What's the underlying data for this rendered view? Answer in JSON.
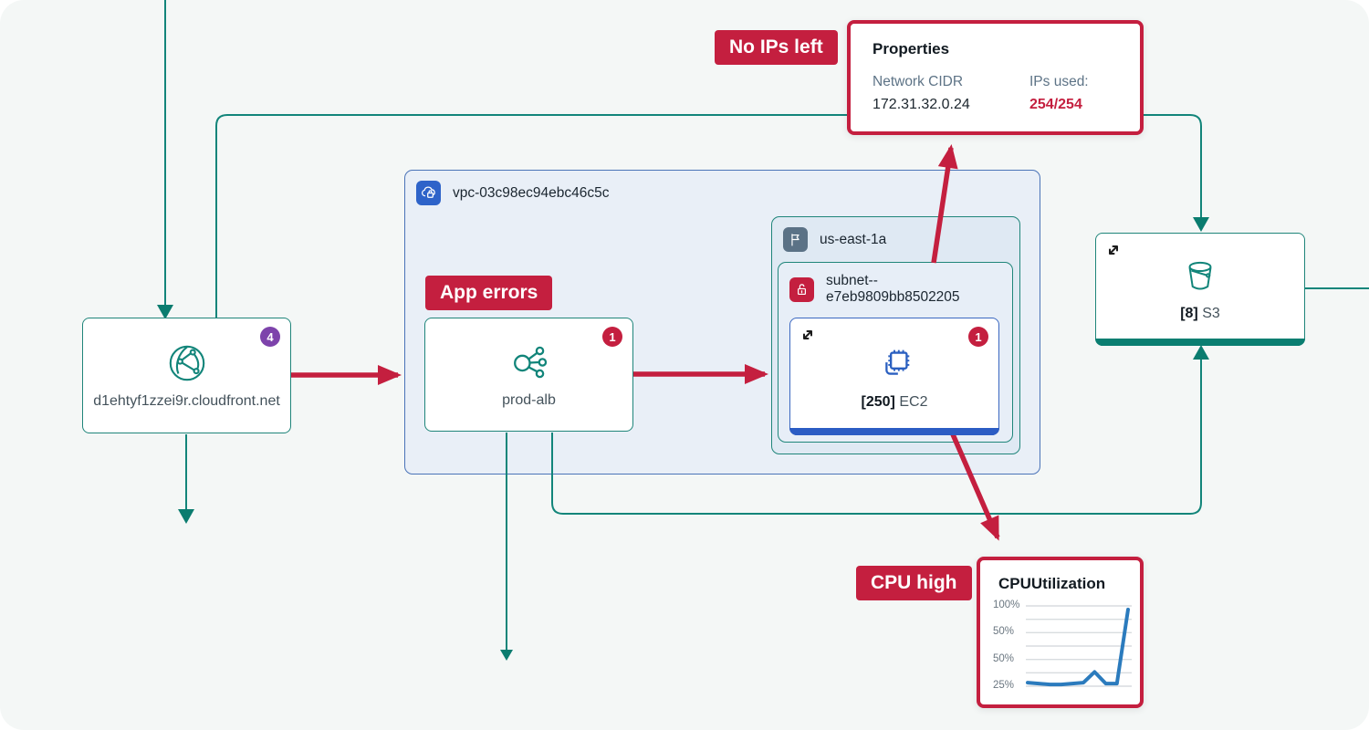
{
  "alerts": {
    "app_errors": "App errors",
    "no_ips_left": "No IPs left",
    "cpu_high": "CPU high"
  },
  "properties_panel": {
    "title": "Properties",
    "fields": [
      {
        "label": "Network CIDR",
        "value": "172.31.32.0.24"
      },
      {
        "label": "IPs used:",
        "value": "254/254"
      }
    ]
  },
  "containers": {
    "vpc": {
      "label": "vpc-03c98ec94ebc46c5c",
      "icon": "vpc-cloud-icon"
    },
    "availability_zone": {
      "label": "us-east-1a",
      "icon": "flag-icon"
    },
    "subnet": {
      "label": "subnet--e7eb9809bb8502205",
      "icon": "open-lock-icon"
    }
  },
  "nodes": {
    "cloudfront": {
      "label": "d1ehtyf1zzei9r.cloudfront.net",
      "badge": "4",
      "icon": "globe-network-icon"
    },
    "load_balancer": {
      "label": "prod-alb",
      "badge": "1",
      "icon": "load-balancer-icon"
    },
    "ec2": {
      "count": "[250]",
      "label": "EC2",
      "badge": "1",
      "icon": "chip-icon"
    },
    "s3": {
      "count": "[8]",
      "label": "S3",
      "icon": "bucket-icon"
    }
  },
  "chart_data": {
    "type": "line",
    "title": "CPUUtilization",
    "yticks": [
      "100%",
      "50%",
      "50%",
      "25%"
    ],
    "x": [
      0,
      1,
      2,
      3,
      4,
      5,
      6,
      7,
      8,
      9
    ],
    "values": [
      26,
      25,
      24,
      24,
      25,
      26,
      38,
      25,
      25,
      108
    ],
    "ylim": [
      20,
      110
    ],
    "gridlines": 7,
    "grid_color": "#d8dcdf",
    "line_color": "#2b7bbd",
    "legend": "none",
    "xlabel": "",
    "ylabel": ""
  },
  "colors": {
    "alert_red": "#c41f3f",
    "teal": "#12857a",
    "ec2_blue": "#2a5fc0",
    "vpc_border_blue": "#4a73b8",
    "badge_purple": "#7d43ab"
  }
}
